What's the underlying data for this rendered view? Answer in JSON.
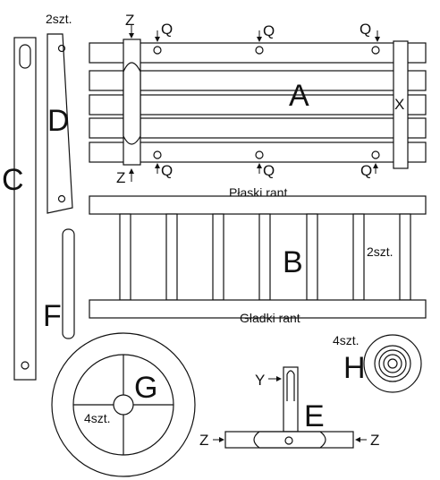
{
  "parts": {
    "A": {
      "letter": "A",
      "marker_x": "X",
      "marker_z_top": "Z",
      "marker_z_bottom": "Z",
      "q_marks": [
        "Q",
        "Q",
        "Q",
        "Q",
        "Q",
        "Q"
      ]
    },
    "B": {
      "letter": "B",
      "qty": "2szt.",
      "top_rail": "Płaski rant",
      "bottom_rail": "Gładki rant"
    },
    "C": {
      "letter": "C"
    },
    "D": {
      "letter": "D",
      "qty": "2szt."
    },
    "E": {
      "letter": "E",
      "marker_y": "Y",
      "marker_z_left": "Z",
      "marker_z_right": "Z"
    },
    "F": {
      "letter": "F"
    },
    "G": {
      "letter": "G",
      "qty": "4szt."
    },
    "H": {
      "letter": "H",
      "qty": "4szt."
    }
  }
}
